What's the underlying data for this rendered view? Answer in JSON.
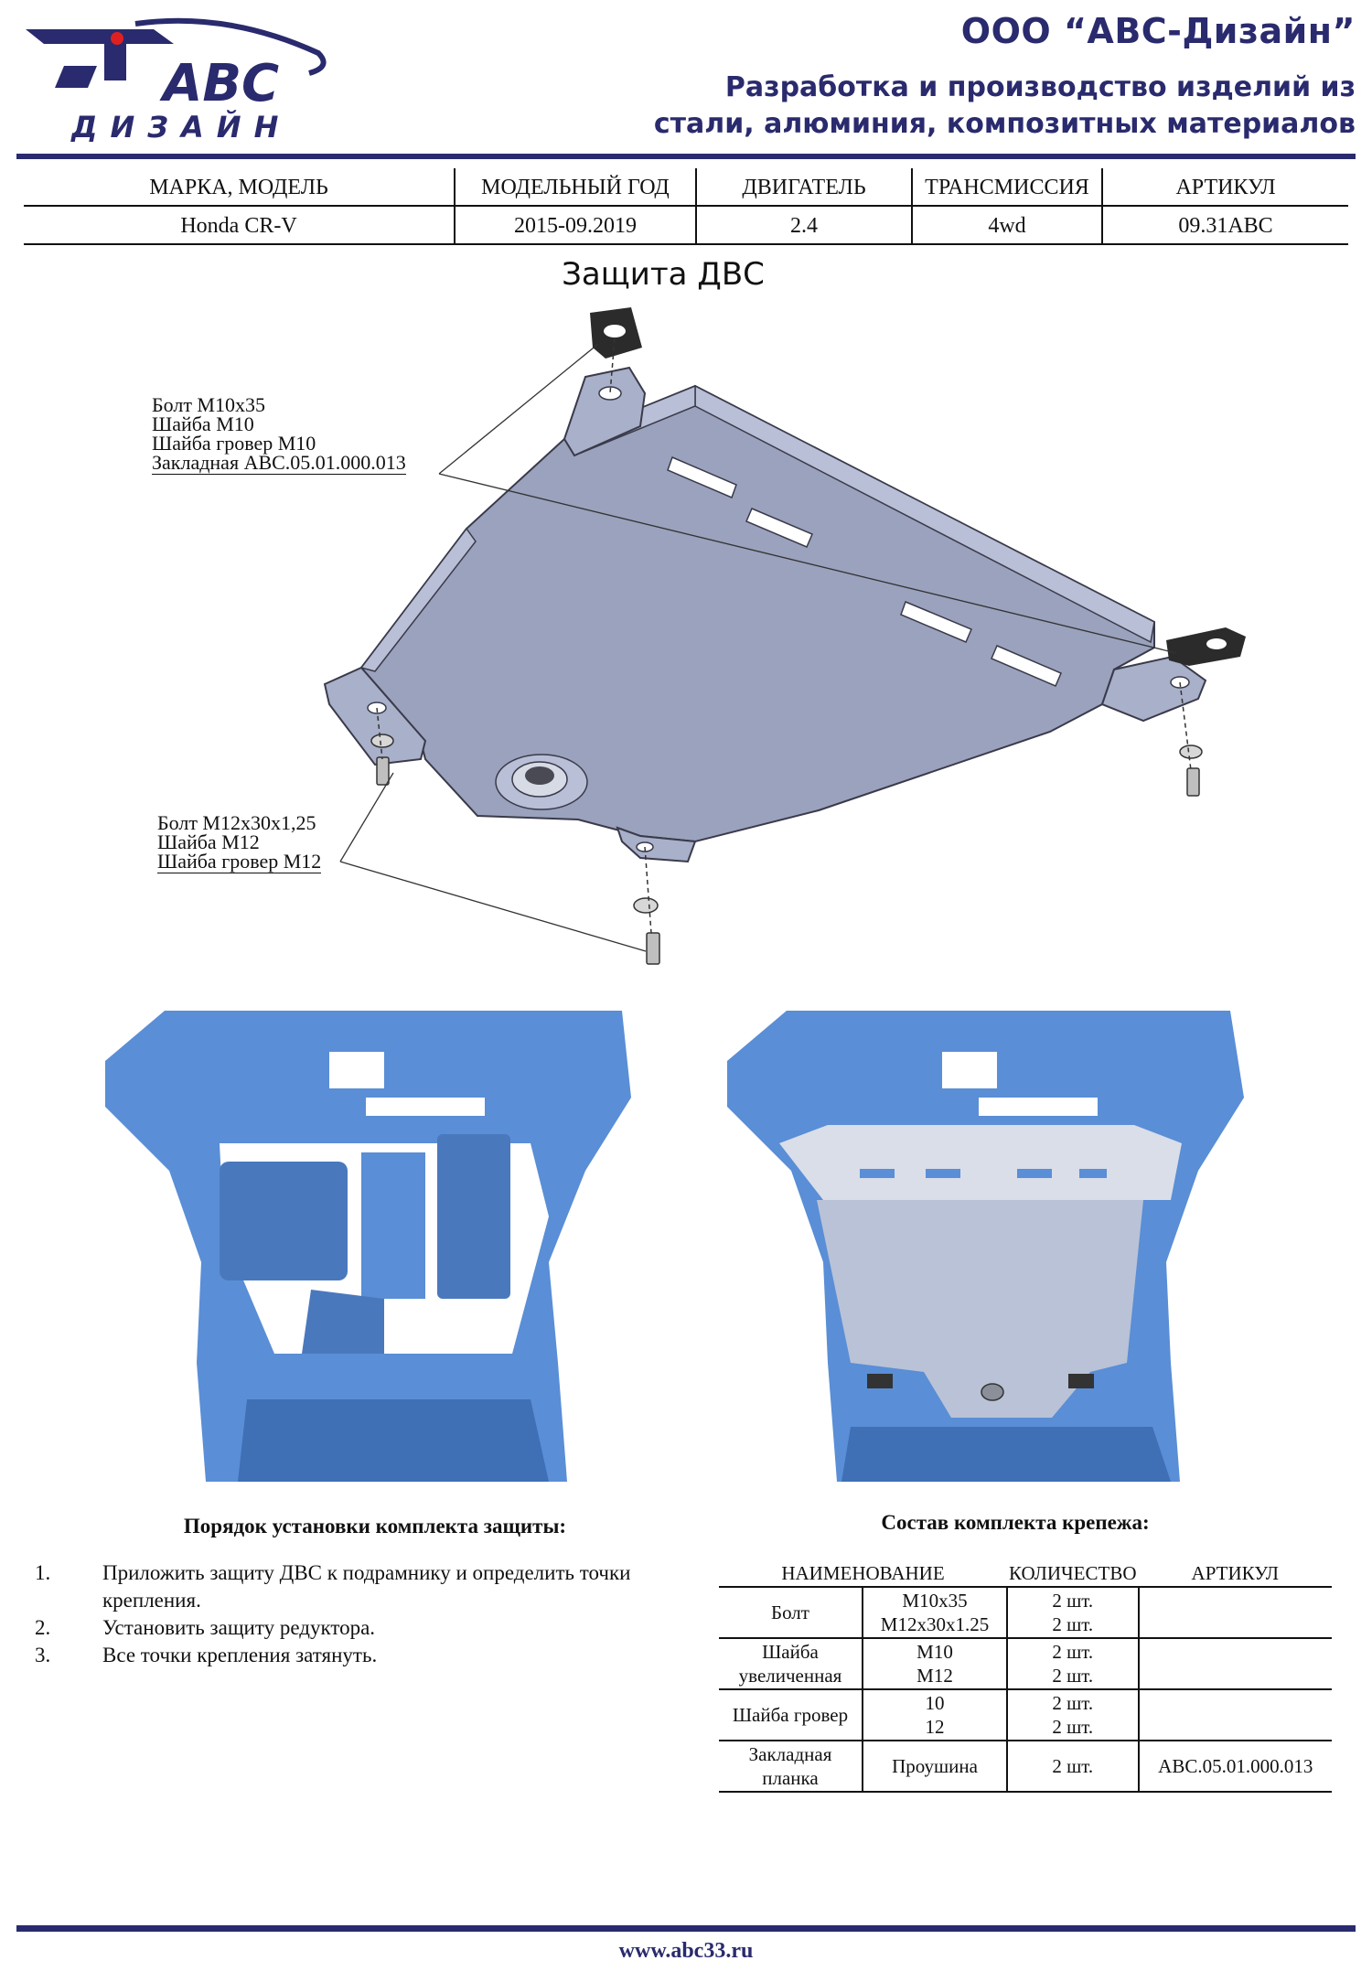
{
  "header": {
    "logo_text_top": "ABC",
    "logo_text_bottom": "ДИЗАЙН",
    "company": "ООО “АВС-Дизайн”",
    "tagline_line1": "Разработка и производство изделий из",
    "tagline_line2": "стали, алюминия, композитных материалов",
    "brand_color": "#2a2a6e"
  },
  "vehicle_table": {
    "headers": [
      "МАРКА, МОДЕЛЬ",
      "МОДЕЛЬНЫЙ ГОД",
      "ДВИГАТЕЛЬ",
      "ТРАНСМИССИЯ",
      "АРТИКУЛ"
    ],
    "row": [
      "Honda CR-V",
      "2015-09.2019",
      "2.4",
      "4wd",
      "09.31ABC"
    ]
  },
  "title": "Защита ДВС",
  "callouts": {
    "upper": [
      "Болт M10x35",
      "Шайба М10",
      "Шайба гровер М10",
      "Закладная ABC.05.01.000.013"
    ],
    "lower": [
      "Болт M12x30x1,25",
      "Шайба М12",
      "Шайба гровер М12"
    ]
  },
  "install": {
    "title": "Порядок установки комплекта защиты:",
    "steps": [
      {
        "num": "1.",
        "text": "Приложить защиту ДВС к подрамнику и определить точки крепления."
      },
      {
        "num": "2.",
        "text": "Установить защиту редуктора."
      },
      {
        "num": "3.",
        "text": "Все точки крепления затянуть."
      }
    ]
  },
  "kit": {
    "title": "Состав комплекта крепежа:",
    "headers": [
      "НАИМЕНОВАНИЕ",
      "КОЛИЧЕСТВО",
      "АРТИКУЛ"
    ],
    "rows": [
      {
        "name": "Болт",
        "sub": [
          "M10x35",
          "M12x30x1.25"
        ],
        "qty": [
          "2 шт.",
          "2 шт."
        ],
        "article": ""
      },
      {
        "name": "Шайба увеличенная",
        "sub": [
          "M10",
          "M12"
        ],
        "qty": [
          "2 шт.",
          "2 шт."
        ],
        "article": ""
      },
      {
        "name": "Шайба гровер",
        "sub": [
          "10",
          "12"
        ],
        "qty": [
          "2 шт.",
          "2 шт."
        ],
        "article": ""
      },
      {
        "name": "Закладная планка",
        "sub": [
          "Проушина"
        ],
        "qty": [
          "2 шт."
        ],
        "article": "ABC.05.01.000.013"
      }
    ]
  },
  "footer": {
    "site": "www.abc33.ru"
  }
}
